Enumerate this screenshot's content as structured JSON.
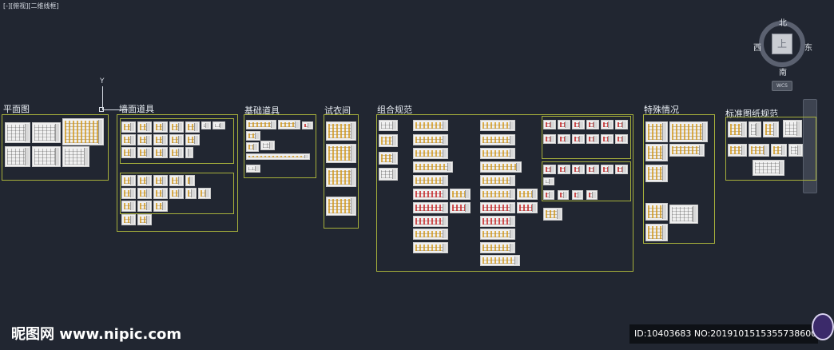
{
  "viewport": {
    "label": "[-][俯视][二维线框]"
  },
  "ucs": {
    "y_label": "Y"
  },
  "compass": {
    "north": "北",
    "south": "南",
    "east": "东",
    "west": "西",
    "face": "上",
    "wcs": "WCS"
  },
  "groups": {
    "plan": "平面图",
    "wall_props": "墙面道具",
    "basic_props": "基础道具",
    "fitting_room": "试衣间",
    "combination": "组合规范",
    "special": "特殊情况",
    "standard": "标准图纸规范"
  },
  "watermark": {
    "site": "昵图网 www.nipic.com",
    "id": "ID:10403683 NO:20191015153557386000"
  },
  "colors": {
    "background": "#212631",
    "frame": "#a7b03b"
  }
}
